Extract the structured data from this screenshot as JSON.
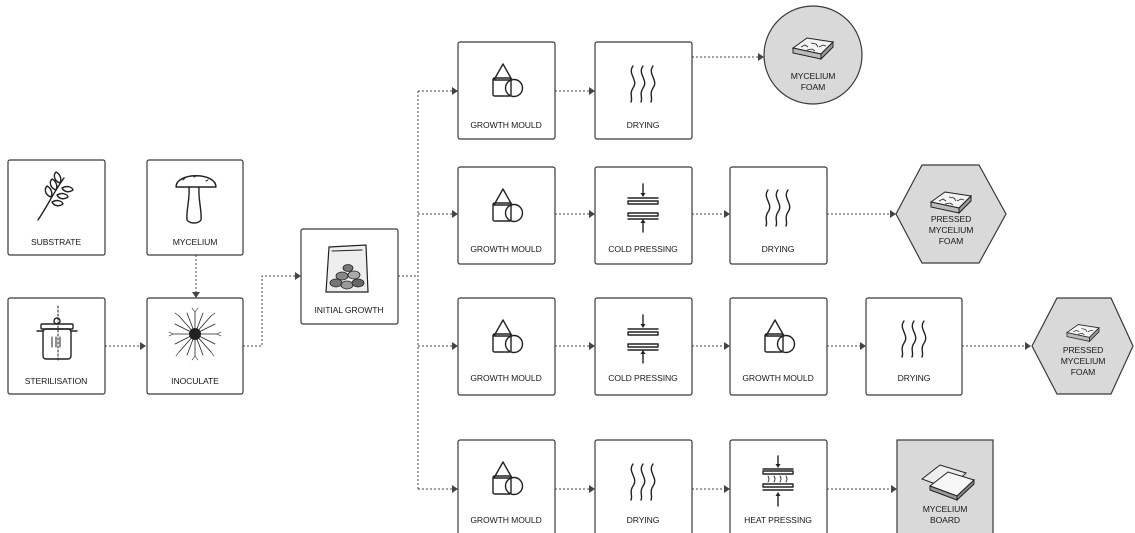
{
  "nodes": {
    "substrate": "SUBSTRATE",
    "mycelium": "MYCELIUM",
    "sterilisation": "STERILISATION",
    "inoculate": "INOCULATE",
    "initial_growth": "INITIAL GROWTH"
  },
  "routes": [
    {
      "steps": [
        "GROWTH MOULD",
        "DRYING"
      ],
      "product": [
        "MYCELIUM",
        "FOAM"
      ]
    },
    {
      "steps": [
        "GROWTH MOULD",
        "COLD PRESSING",
        "DRYING"
      ],
      "product": [
        "PRESSED",
        "MYCELIUM",
        "FOAM"
      ]
    },
    {
      "steps": [
        "GROWTH MOULD",
        "COLD PRESSING",
        "GROWTH MOULD",
        "DRYING"
      ],
      "product": [
        "PRESSED",
        "MYCELIUM",
        "FOAM"
      ]
    },
    {
      "steps": [
        "GROWTH MOULD",
        "DRYING",
        "HEAT PRESSING"
      ],
      "product": [
        "MYCELIUM",
        "BOARD"
      ]
    }
  ],
  "colors": {
    "stroke": "#3a3a3a",
    "product_fill": "#d9d9d9"
  }
}
